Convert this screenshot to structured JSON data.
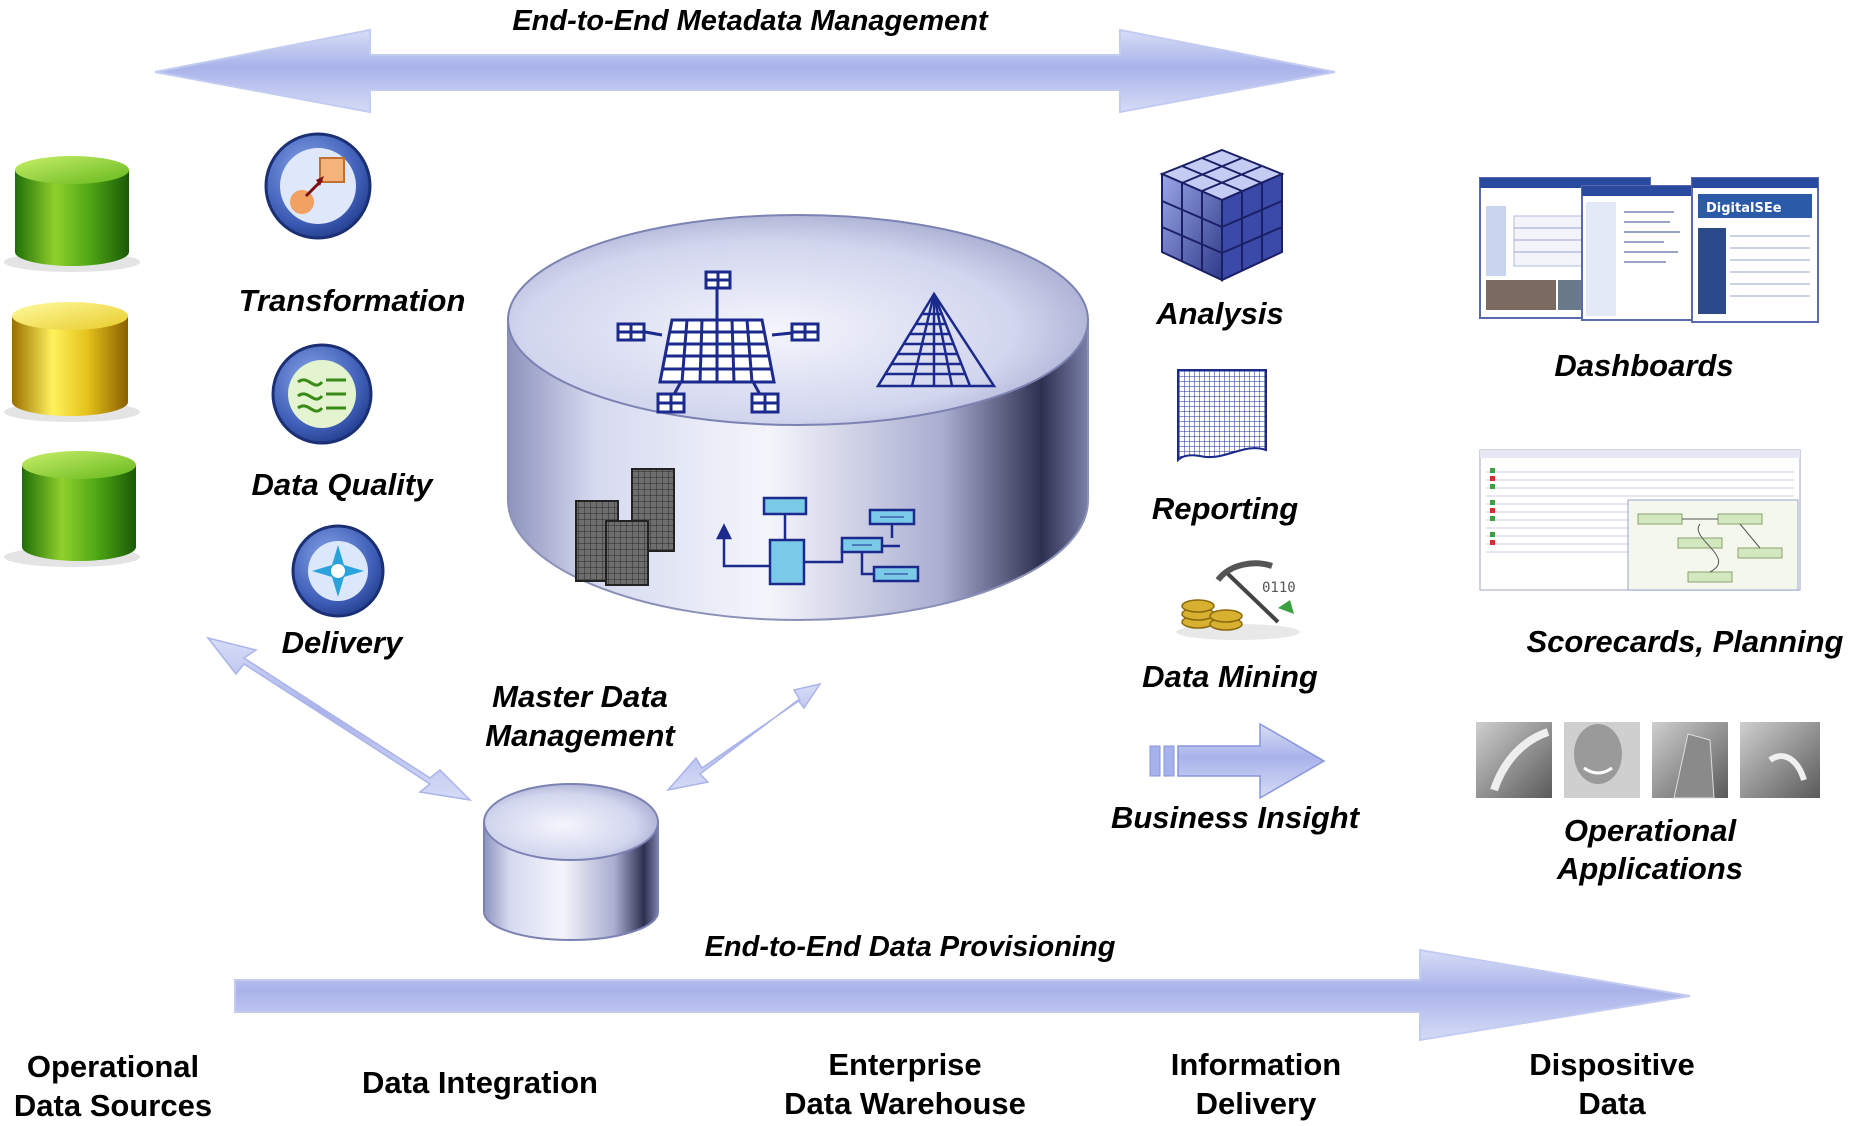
{
  "top_banner": {
    "label": "End-to-End Metadata Management"
  },
  "bottom_banner": {
    "label": "End-to-End Data Provisioning"
  },
  "integration": {
    "transformation": "Transformation",
    "data_quality": "Data Quality",
    "delivery": "Delivery"
  },
  "mdm": {
    "label_line1": "Master Data",
    "label_line2": "Management"
  },
  "delivery_tools": {
    "analysis": "Analysis",
    "reporting": "Reporting",
    "data_mining": "Data Mining",
    "business_insight": "Business Insight"
  },
  "apps": {
    "dashboards": "Dashboards",
    "scorecards": "Scorecards, Planning",
    "operational_line1": "Operational",
    "operational_line2": "Applications"
  },
  "categories": [
    {
      "line1": "Operational",
      "line2": "Data Sources"
    },
    {
      "line1": "Data Integration",
      "line2": ""
    },
    {
      "line1": "Enterprise",
      "line2": "Data Warehouse"
    },
    {
      "line1": "Information",
      "line2": "Delivery"
    },
    {
      "line1": "Dispositive",
      "line2": "Data"
    }
  ],
  "colors": {
    "arrow": "#b9c3ef",
    "cylinder_body": "#b0b6d8",
    "icon_navy": "#1b2a8c",
    "db_green": "#3c9c12",
    "db_yellow": "#d8a800"
  },
  "screenshot_texts": {
    "digital_title": "DigitalSEe"
  }
}
